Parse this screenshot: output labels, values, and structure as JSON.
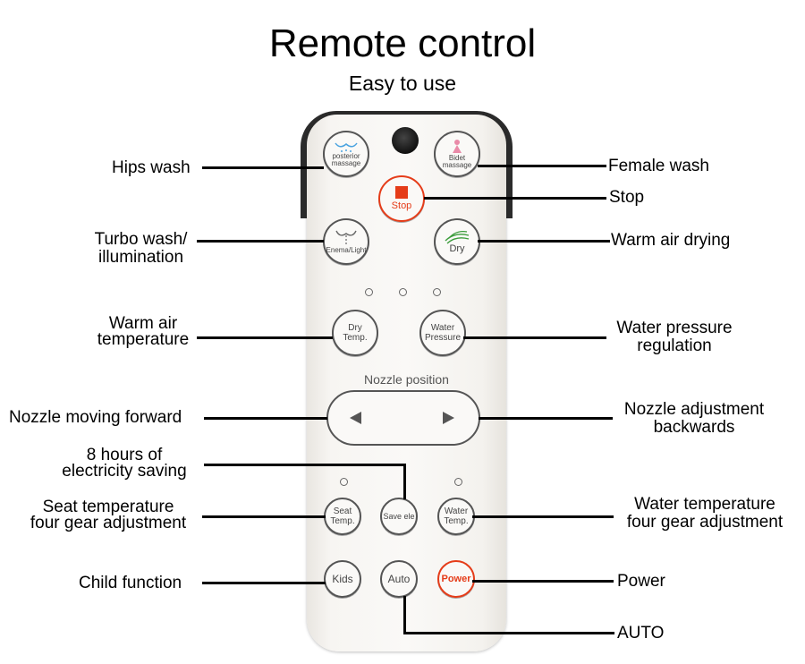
{
  "title": "Remote control",
  "subtitle": "Easy to use",
  "remote": {
    "buttons": {
      "posterior_massage": "posterior massage",
      "bidet_massage": "Bidet massage",
      "stop": "Stop",
      "enema_light": "Enema/Light",
      "dry": "Dry",
      "dry_temp_line1": "Dry",
      "dry_temp_line2": "Temp.",
      "water_pressure_line1": "Water",
      "water_pressure_line2": "Pressure",
      "seat_temp_line1": "Seat",
      "seat_temp_line2": "Temp.",
      "save_ele": "Save ele",
      "water_temp_line1": "Water",
      "water_temp_line2": "Temp.",
      "kids": "Kids",
      "auto": "Auto",
      "power": "Power"
    },
    "nozzle_position": "Nozzle position"
  },
  "callouts": {
    "hips_wash": "Hips wash",
    "turbo_wash_line1": "Turbo wash/",
    "turbo_wash_line2": "illumination",
    "warm_air_temp_line1": "Warm air",
    "warm_air_temp_line2": "temperature",
    "nozzle_forward": "Nozzle moving forward",
    "saving_line1": "8 hours of",
    "saving_line2": "electricity saving",
    "seat_temp_line1": "Seat temperature",
    "seat_temp_line2": "four gear adjustment",
    "child_function": "Child function",
    "female_wash": "Female wash",
    "stop": "Stop",
    "warm_air_drying": "Warm air drying",
    "water_pressure_line1": "Water pressure",
    "water_pressure_line2": "regulation",
    "nozzle_backwards_line1": "Nozzle adjustment",
    "nozzle_backwards_line2": "backwards",
    "water_temp_line1": "Water temperature",
    "water_temp_line2": "four gear adjustment",
    "power": "Power",
    "auto": "AUTO"
  }
}
